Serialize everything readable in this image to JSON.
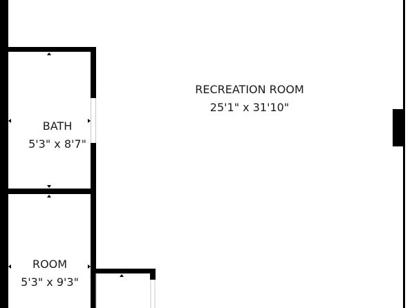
{
  "floor_plan": {
    "colors": {
      "wall": "#000000",
      "background": "#ffffff",
      "text": "#1a1a1a"
    },
    "rooms": [
      {
        "id": "recreation-room",
        "name": "RECREATION ROOM",
        "dimensions": "25'1\" x 31'10\""
      },
      {
        "id": "bath",
        "name": "BATH",
        "dimensions": "5'3\" x 8'7\""
      },
      {
        "id": "room",
        "name": "ROOM",
        "dimensions": "5'3\" x 9'3\""
      }
    ]
  }
}
